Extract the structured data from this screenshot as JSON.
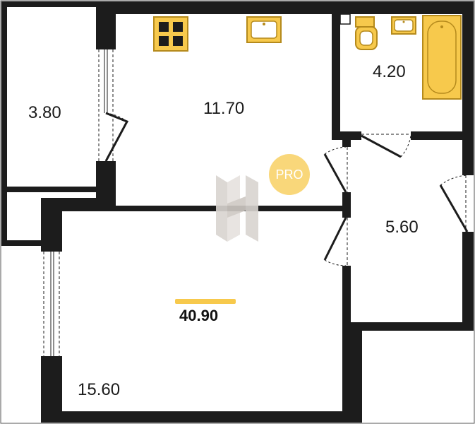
{
  "rooms": {
    "balcony": {
      "area": "3.80"
    },
    "kitchen": {
      "area": "11.70"
    },
    "bathroom": {
      "area": "4.20"
    },
    "hallway": {
      "area": "5.60"
    },
    "living_room": {
      "area": "15.60"
    }
  },
  "total": {
    "area": "40.90"
  },
  "badge": {
    "text": "PRO"
  },
  "icons": {
    "stove": "stove-icon",
    "kitchen_sink": "kitchen-sink-icon",
    "toilet": "toilet-icon",
    "bath_sink": "bathroom-sink-icon",
    "bathtub": "bathtub-icon",
    "logo": "h-logo-icon"
  },
  "colors": {
    "wall": "#1c1c1c",
    "fixture_fill": "#f7c94c",
    "fixture_stroke": "#b58a1c",
    "accent": "#f7c94c",
    "logo": "#d9d4d0"
  }
}
